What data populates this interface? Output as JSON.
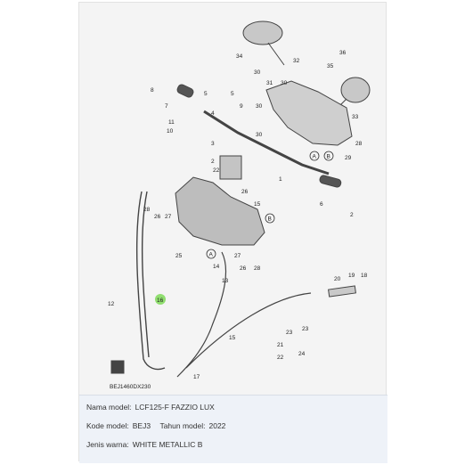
{
  "parts": [
    "1",
    "2",
    "3",
    "4",
    "5",
    "6",
    "7",
    "8",
    "9",
    "10",
    "11",
    "12",
    "13",
    "14",
    "15",
    "16",
    "17",
    "18",
    "19",
    "20",
    "21",
    "22",
    "23",
    "24",
    "25",
    "26",
    "27",
    "28",
    "29",
    "30",
    "31",
    "32",
    "33",
    "34",
    "35",
    "36"
  ],
  "callouts": [
    "A",
    "B"
  ],
  "diagram_code": "BEJ1460DX230",
  "highlight_color": "#7ed957",
  "info": {
    "model_name_label": "Nama model:",
    "model_name": "LCF125-F FAZZIO LUX",
    "model_code_label": "Kode model:",
    "model_code": "BEJ3",
    "model_year_label": "Tahun model:",
    "model_year": "2022",
    "color_label": "Jenis warna:",
    "color": "WHITE METALLIC B"
  }
}
